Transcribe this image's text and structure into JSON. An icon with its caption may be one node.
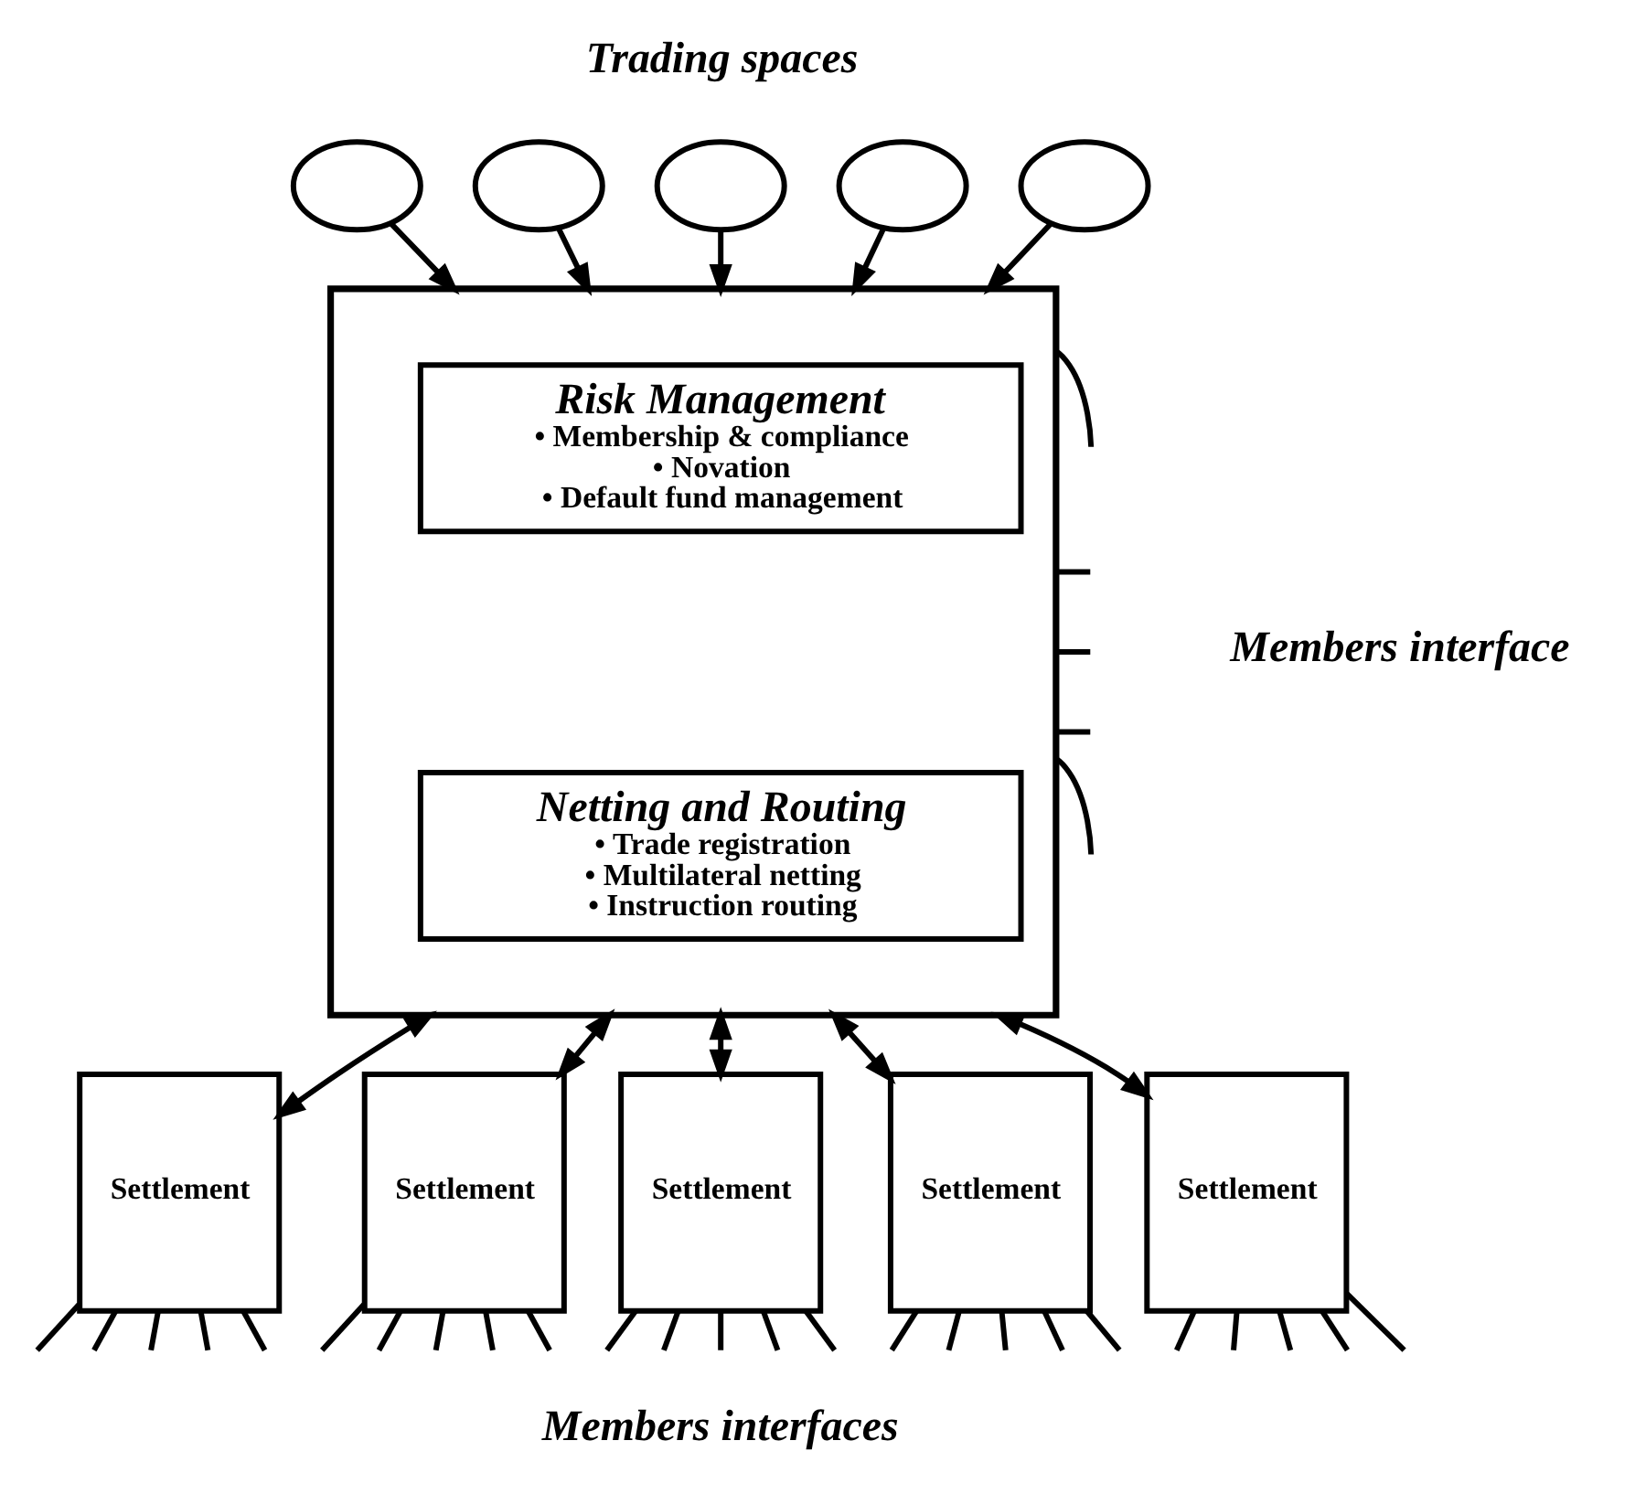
{
  "diagram": {
    "nodes": [
      {
        "text": [],
        "shape": "ellipse"
      },
      {
        "text": [],
        "shape": "ellipse"
      },
      {
        "text": [],
        "shape": "ellipse"
      },
      {
        "text": [],
        "shape": "ellipse"
      },
      {
        "text": [],
        "shape": "ellipse"
      },
      {
        "text": [],
        "shape": "box"
      },
      {
        "text": [
          "Risk Management",
          "• Membership & compliance",
          "• Novation",
          "• Default fund management"
        ],
        "in": 5
      },
      {
        "text": [
          "Netting and Routing",
          "• Trade registration",
          "• Multilateral netting",
          "• Instruction routing"
        ],
        "in": 5
      },
      {
        "text": [
          "Settlement"
        ]
      },
      {
        "text": [
          "Settlement"
        ]
      },
      {
        "text": [
          "Settlement"
        ]
      },
      {
        "text": [
          "Settlement"
        ]
      },
      {
        "text": [
          "Settlement"
        ]
      }
    ],
    "edges": [
      {
        "from": 0,
        "to": 5,
        "arrow": "to"
      },
      {
        "from": 1,
        "to": 5,
        "arrow": "to"
      },
      {
        "from": 2,
        "to": 5,
        "arrow": "to"
      },
      {
        "from": 3,
        "to": 5,
        "arrow": "to"
      },
      {
        "from": 4,
        "to": 5,
        "arrow": "to"
      },
      {
        "from": 5,
        "to": null,
        "arrow": "none"
      },
      {
        "from": 5,
        "to": null,
        "arrow": "none"
      },
      {
        "from": 5,
        "to": null,
        "arrow": "none"
      },
      {
        "from": 5,
        "to": null,
        "arrow": "none"
      },
      {
        "from": 5,
        "to": null,
        "arrow": "none"
      },
      {
        "from": 5,
        "to": 8,
        "arrow": "both"
      },
      {
        "from": 5,
        "to": 9,
        "arrow": "both"
      },
      {
        "from": 5,
        "to": 10,
        "arrow": "both"
      },
      {
        "from": 5,
        "to": 11,
        "arrow": "both"
      },
      {
        "from": 5,
        "to": 12,
        "arrow": "both"
      },
      {
        "from": 8,
        "to": null,
        "arrow": "none"
      },
      {
        "from": 8,
        "to": null,
        "arrow": "none"
      },
      {
        "from": 8,
        "to": null,
        "arrow": "none"
      },
      {
        "from": 8,
        "to": null,
        "arrow": "none"
      },
      {
        "from": 8,
        "to": null,
        "arrow": "none"
      },
      {
        "from": 9,
        "to": null,
        "arrow": "none"
      },
      {
        "from": 9,
        "to": null,
        "arrow": "none"
      },
      {
        "from": 9,
        "to": null,
        "arrow": "none"
      },
      {
        "from": 9,
        "to": null,
        "arrow": "none"
      },
      {
        "from": 9,
        "to": null,
        "arrow": "none"
      },
      {
        "from": 10,
        "to": null,
        "arrow": "none"
      },
      {
        "from": 10,
        "to": null,
        "arrow": "none"
      },
      {
        "from": 10,
        "to": null,
        "arrow": "none"
      },
      {
        "from": 10,
        "to": null,
        "arrow": "none"
      },
      {
        "from": 10,
        "to": null,
        "arrow": "none"
      },
      {
        "from": 11,
        "to": null,
        "arrow": "none"
      },
      {
        "from": 11,
        "to": null,
        "arrow": "none"
      },
      {
        "from": 11,
        "to": null,
        "arrow": "none"
      },
      {
        "from": 11,
        "to": null,
        "arrow": "none"
      },
      {
        "from": 11,
        "to": null,
        "arrow": "none"
      },
      {
        "from": 12,
        "to": null,
        "arrow": "none"
      },
      {
        "from": 12,
        "to": null,
        "arrow": "none"
      },
      {
        "from": 12,
        "to": null,
        "arrow": "none"
      },
      {
        "from": 12,
        "to": null,
        "arrow": "none"
      },
      {
        "from": 12,
        "to": null,
        "arrow": "none"
      }
    ],
    "labels": [
      "Trading spaces",
      "Members interface",
      "Members interfaces"
    ]
  }
}
